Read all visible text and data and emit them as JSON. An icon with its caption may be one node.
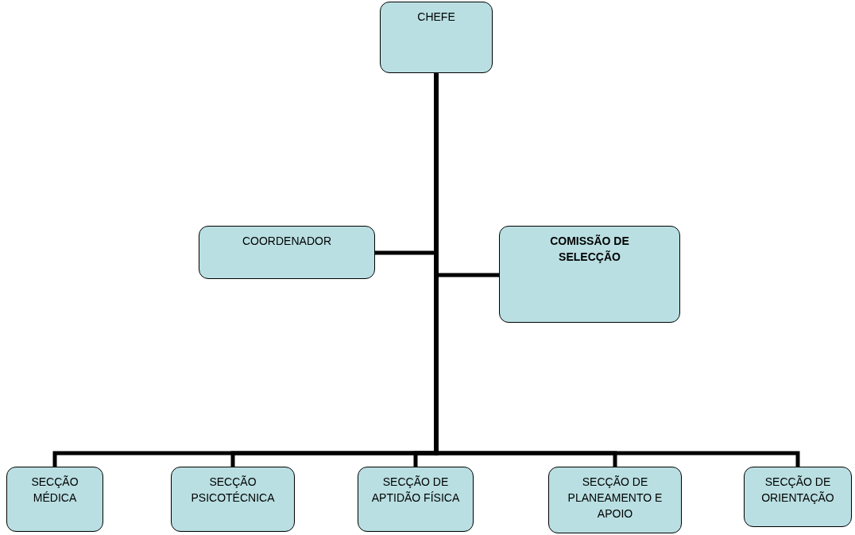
{
  "diagram": {
    "nodes": [
      {
        "text": [
          "CHEFE"
        ]
      },
      {
        "text": [
          "COORDENADOR"
        ]
      },
      {
        "text": [
          "COMISSÃO DE SELECÇÃO"
        ]
      },
      {
        "text": [
          "SECÇÃO MÉDICA"
        ]
      },
      {
        "text": [
          "SECÇÃO PSICOTÉCNICA"
        ]
      },
      {
        "text": [
          "SECÇÃO DE APTIDÃO FÍSICA"
        ]
      },
      {
        "text": [
          "SECÇÃO DE PLANEAMENTO E APOIO"
        ]
      },
      {
        "text": [
          "SECÇÃO DE ORIENTAÇÃO"
        ]
      }
    ],
    "edges": [
      {
        "from": 0,
        "to": 1,
        "arrow": "none"
      },
      {
        "from": 0,
        "to": 2,
        "arrow": "none"
      },
      {
        "from": 0,
        "to": 3,
        "arrow": "none"
      },
      {
        "from": 0,
        "to": 4,
        "arrow": "none"
      },
      {
        "from": 0,
        "to": 5,
        "arrow": "none"
      },
      {
        "from": 0,
        "to": 6,
        "arrow": "none"
      },
      {
        "from": 0,
        "to": 7,
        "arrow": "none"
      }
    ]
  }
}
